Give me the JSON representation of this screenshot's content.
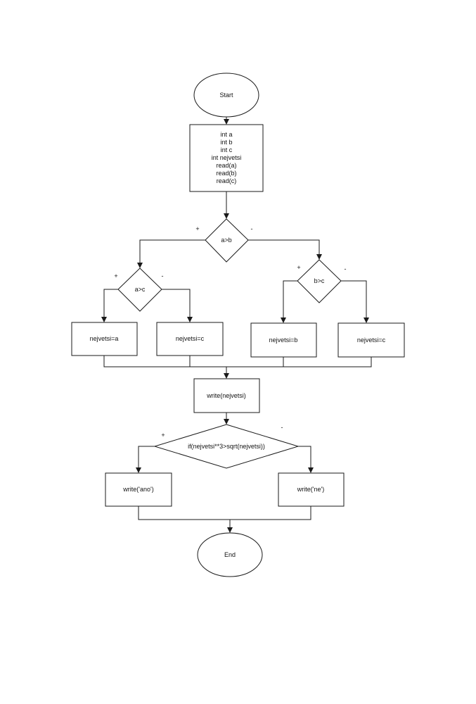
{
  "nodes": {
    "start": "Start",
    "declare": [
      "int a",
      "int b",
      "int c",
      "int nejvetsi",
      "read(a)",
      "read(b)",
      "read(c)"
    ],
    "cond_ab": "a>b",
    "cond_ac": "a>c",
    "cond_bc": "b>c",
    "assign_a": "nejvetsi=a",
    "assign_c_left": "nejvetsi=c",
    "assign_b": "nejvetsi=b",
    "assign_c_right": "nejvetsi=c",
    "write_max": "write(nejvetsi)",
    "cond_final": "if(nejvetsi**3>sqrt(nejvetsi))",
    "write_ano": "write('ano')",
    "write_ne": "write('ne')",
    "end": "End"
  },
  "branch_labels": {
    "ab_true": "+",
    "ab_false": "-",
    "ac_true": "+",
    "ac_false": "-",
    "bc_true": "+",
    "bc_false": "-",
    "final_true": "+",
    "final_false": "-"
  }
}
